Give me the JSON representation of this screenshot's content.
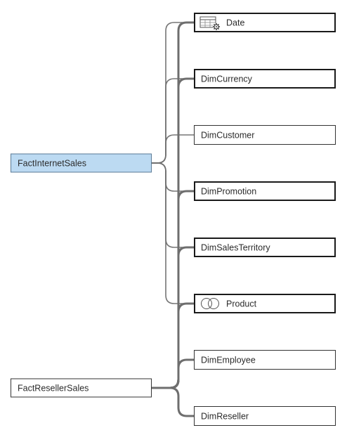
{
  "facts": [
    {
      "id": "f1",
      "label": "FactInternetSales",
      "selected": true
    },
    {
      "id": "f2",
      "label": "FactResellerSales",
      "selected": false
    }
  ],
  "dimensions": [
    {
      "id": "d1",
      "label": "Date",
      "icon": "calendar-table-gear-icon",
      "related": true
    },
    {
      "id": "d2",
      "label": "DimCurrency",
      "icon": "",
      "related": true
    },
    {
      "id": "d3",
      "label": "DimCustomer",
      "icon": "",
      "related": false
    },
    {
      "id": "d4",
      "label": "DimPromotion",
      "icon": "",
      "related": true
    },
    {
      "id": "d5",
      "label": "DimSalesTerritory",
      "icon": "",
      "related": true
    },
    {
      "id": "d6",
      "label": "Product",
      "icon": "two-circles-icon",
      "related": true
    },
    {
      "id": "d7",
      "label": "DimEmployee",
      "icon": "",
      "related": false
    },
    {
      "id": "d8",
      "label": "DimReseller",
      "icon": "",
      "related": false
    }
  ],
  "links": [
    {
      "from": "f1",
      "to": "d1"
    },
    {
      "from": "f1",
      "to": "d2"
    },
    {
      "from": "f1",
      "to": "d3"
    },
    {
      "from": "f1",
      "to": "d4"
    },
    {
      "from": "f1",
      "to": "d5"
    },
    {
      "from": "f1",
      "to": "d6"
    },
    {
      "from": "f2",
      "to": "d1"
    },
    {
      "from": "f2",
      "to": "d2"
    },
    {
      "from": "f2",
      "to": "d4"
    },
    {
      "from": "f2",
      "to": "d5"
    },
    {
      "from": "f2",
      "to": "d6"
    },
    {
      "from": "f2",
      "to": "d7"
    },
    {
      "from": "f2",
      "to": "d8"
    }
  ],
  "colors": {
    "selected_fill": "#bcdaf2",
    "connector": "#6e6e6e"
  }
}
